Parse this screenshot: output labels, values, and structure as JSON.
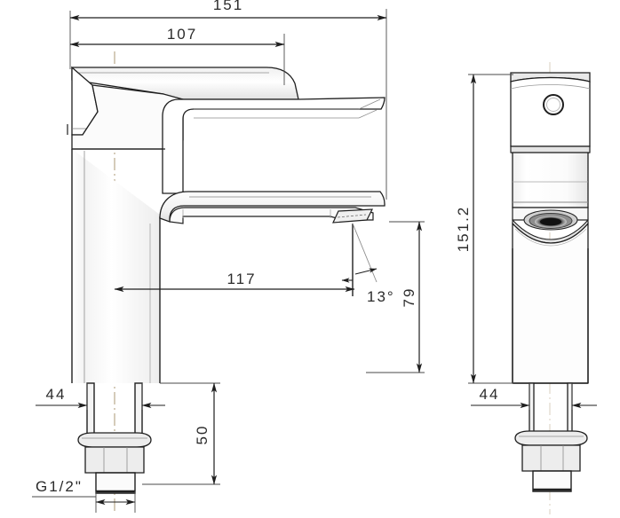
{
  "drawing": {
    "title": "Basin mixer tap technical dimension drawing",
    "background_color": "#ffffff",
    "line_color": "#1f1f1f",
    "thin_line_color": "#6a6a6a",
    "centerline_color": "#b9a98b",
    "shade_color": "#d8d8d8",
    "views": [
      {
        "name": "front-elevation",
        "label": ""
      },
      {
        "name": "side-elevation",
        "label": ""
      }
    ]
  },
  "dimensions": {
    "overall_reach": {
      "value": "151",
      "name": "overall-reach-dimension",
      "unit": "mm"
    },
    "handle_reach": {
      "value": "107",
      "name": "handle-reach-dimension",
      "unit": "mm"
    },
    "spout_reach": {
      "value": "117",
      "name": "spout-reach-dimension",
      "unit": "mm"
    },
    "spout_angle": {
      "value": "13°",
      "name": "spout-angle-dimension",
      "unit": "deg"
    },
    "spout_height": {
      "value": "79",
      "name": "spout-height-dimension",
      "unit": "mm"
    },
    "shank_length": {
      "value": "50",
      "name": "shank-length-dimension",
      "unit": "mm"
    },
    "base_width_front": {
      "value": "44",
      "name": "base-width-front-dimension",
      "unit": "mm"
    },
    "base_width_side": {
      "value": "44",
      "name": "base-width-side-dimension",
      "unit": "mm"
    },
    "total_height": {
      "value": "151.2",
      "name": "total-height-dimension",
      "unit": "mm"
    },
    "thread_size": {
      "value": "G1/2\"",
      "name": "thread-size-callout",
      "unit": ""
    }
  }
}
